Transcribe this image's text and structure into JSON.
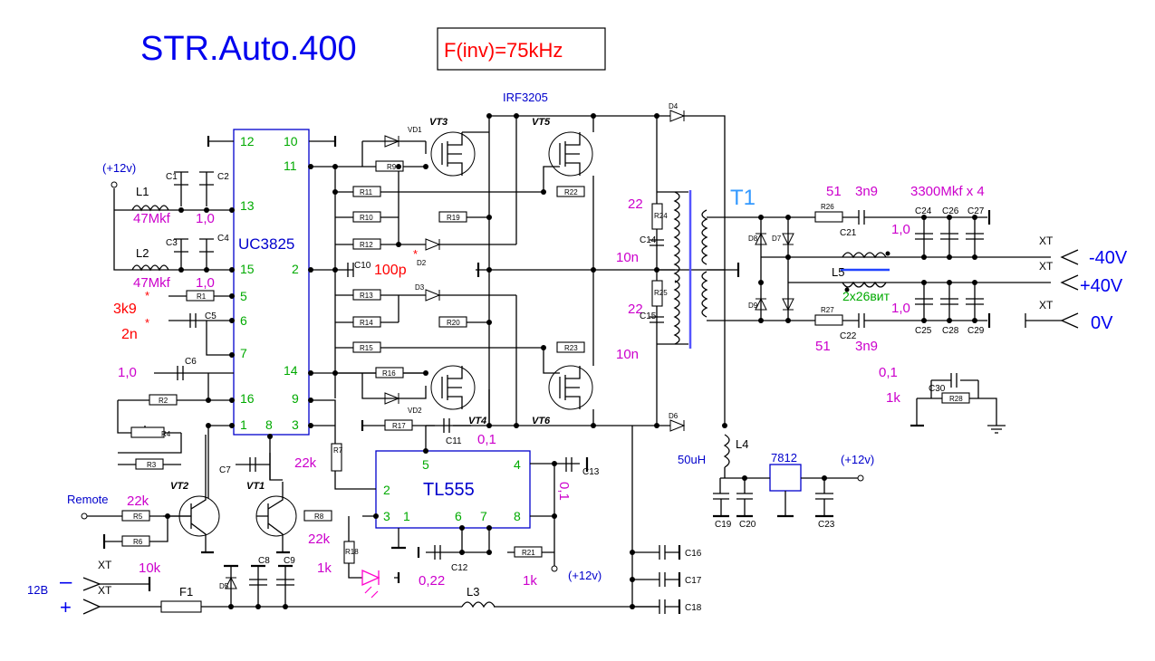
{
  "title": "STR.Auto.400",
  "freq_box": "F(inv)=75kHz",
  "chips": {
    "u1": {
      "name": "UC3825",
      "pins_left": [
        "12",
        "13",
        "15",
        "5",
        "6",
        "7",
        "16",
        "1"
      ],
      "pins_right": [
        "10",
        "11",
        "2",
        "14",
        "9",
        "3"
      ],
      "pins_bottom": [
        "8"
      ]
    },
    "u2": {
      "name": "TL555",
      "pins": {
        "p2": "2",
        "p3": "3",
        "p1": "1",
        "p6": "6",
        "p7": "7",
        "p8": "8",
        "p4": "4",
        "p5": "5"
      }
    },
    "reg": {
      "name": "7812"
    }
  },
  "mosfet_part": "IRF3205",
  "transistors": {
    "vt1": "VT1",
    "vt2": "VT2",
    "vt3": "VT3",
    "vt4": "VT4",
    "vt5": "VT5",
    "vt6": "VT6"
  },
  "transformer": "T1",
  "values": {
    "v_47mkf_1": "47Mkf",
    "v_1_0_1": "1,0",
    "v_47mkf_2": "47Mkf",
    "v_1_0_2": "1,0",
    "v_3k9": "3k9",
    "v_2n": "2n",
    "v_1_0_c6": "1,0",
    "v_22k_r7": "22k",
    "v_22k_r5": "22k",
    "v_22k_r8": "22k",
    "v_10k": "10k",
    "v_1k_r18": "1k",
    "v_022": "0,22",
    "v_1k_r21": "1k",
    "v_01_c11": "0,1",
    "v_01_c13": "0,1",
    "v_22_a": "22",
    "v_22_b": "22",
    "v_10n_a": "10n",
    "v_10n_b": "10n",
    "v_51_a": "51",
    "v_3n9_a": "3n9",
    "v_3300": "3300Mkf x 4",
    "v_1_0_c24": "1,0",
    "v_1_0_c25": "1,0",
    "v_51_b": "51",
    "v_3n9_b": "3n9",
    "v_01_c30": "0,1",
    "v_1k_r28": "1k",
    "v_50uh": "50uH",
    "v_100p": "100p",
    "v_2x26": "2x26вит"
  },
  "refs": {
    "C1": "C1",
    "C2": "C2",
    "C3": "C3",
    "C4": "C4",
    "C5": "C5",
    "C6": "C6",
    "C7": "C7",
    "C8": "C8",
    "C9": "C9",
    "C10": "C10",
    "C11": "C11",
    "C12": "C12",
    "C13": "C13",
    "C14": "C14",
    "C15": "C15",
    "C16": "C16",
    "C17": "C17",
    "C18": "C18",
    "C19": "C19",
    "C20": "C20",
    "C21": "C21",
    "C22": "C22",
    "C23": "C23",
    "C24": "C24",
    "C25": "C25",
    "C26": "C26",
    "C27": "C27",
    "C28": "C28",
    "C29": "C29",
    "C30": "C30",
    "R1": "R1",
    "R2": "R2",
    "R3": "R3",
    "R4": "R4",
    "R5": "R5",
    "R6": "R6",
    "R7": "R7",
    "R8": "R8",
    "R9": "R9",
    "R10": "R10",
    "R11": "R11",
    "R12": "R12",
    "R13": "R13",
    "R14": "R14",
    "R15": "R15",
    "R16": "R16",
    "R17": "R17",
    "R18": "R18",
    "R19": "R19",
    "R20": "R20",
    "R21": "R21",
    "R22": "R22",
    "R23": "R23",
    "R24": "R24",
    "R25": "R25",
    "R26": "R26",
    "R27": "R27",
    "R28": "R28",
    "L1": "L1",
    "L2": "L2",
    "L3": "L3",
    "L4": "L4",
    "L5": "L5",
    "F1": "F1",
    "D1": "VD1",
    "D2": "VD2",
    "D3": "D3",
    "D4": "D4",
    "D5": "D5",
    "D6": "D6",
    "D7": "D7",
    "D8": "D8",
    "D9": "D9",
    "D10": "D2"
  },
  "labels": {
    "remote": "Remote",
    "plus12_a": "(+12v)",
    "plus12_b": "(+12v)",
    "plus12_c": "(+12v)",
    "xt": "XT",
    "v12": "12В",
    "minus": "–",
    "plus": "+",
    "out_m40": "-40V",
    "out_p40": "+40V",
    "out_0": "0V"
  },
  "colors": {
    "ic_outline": "#0000cc",
    "pin_numbers": "#00aa00",
    "values": "#cc00cc",
    "highlights": "#ff0000",
    "led": "#ff00cc"
  }
}
